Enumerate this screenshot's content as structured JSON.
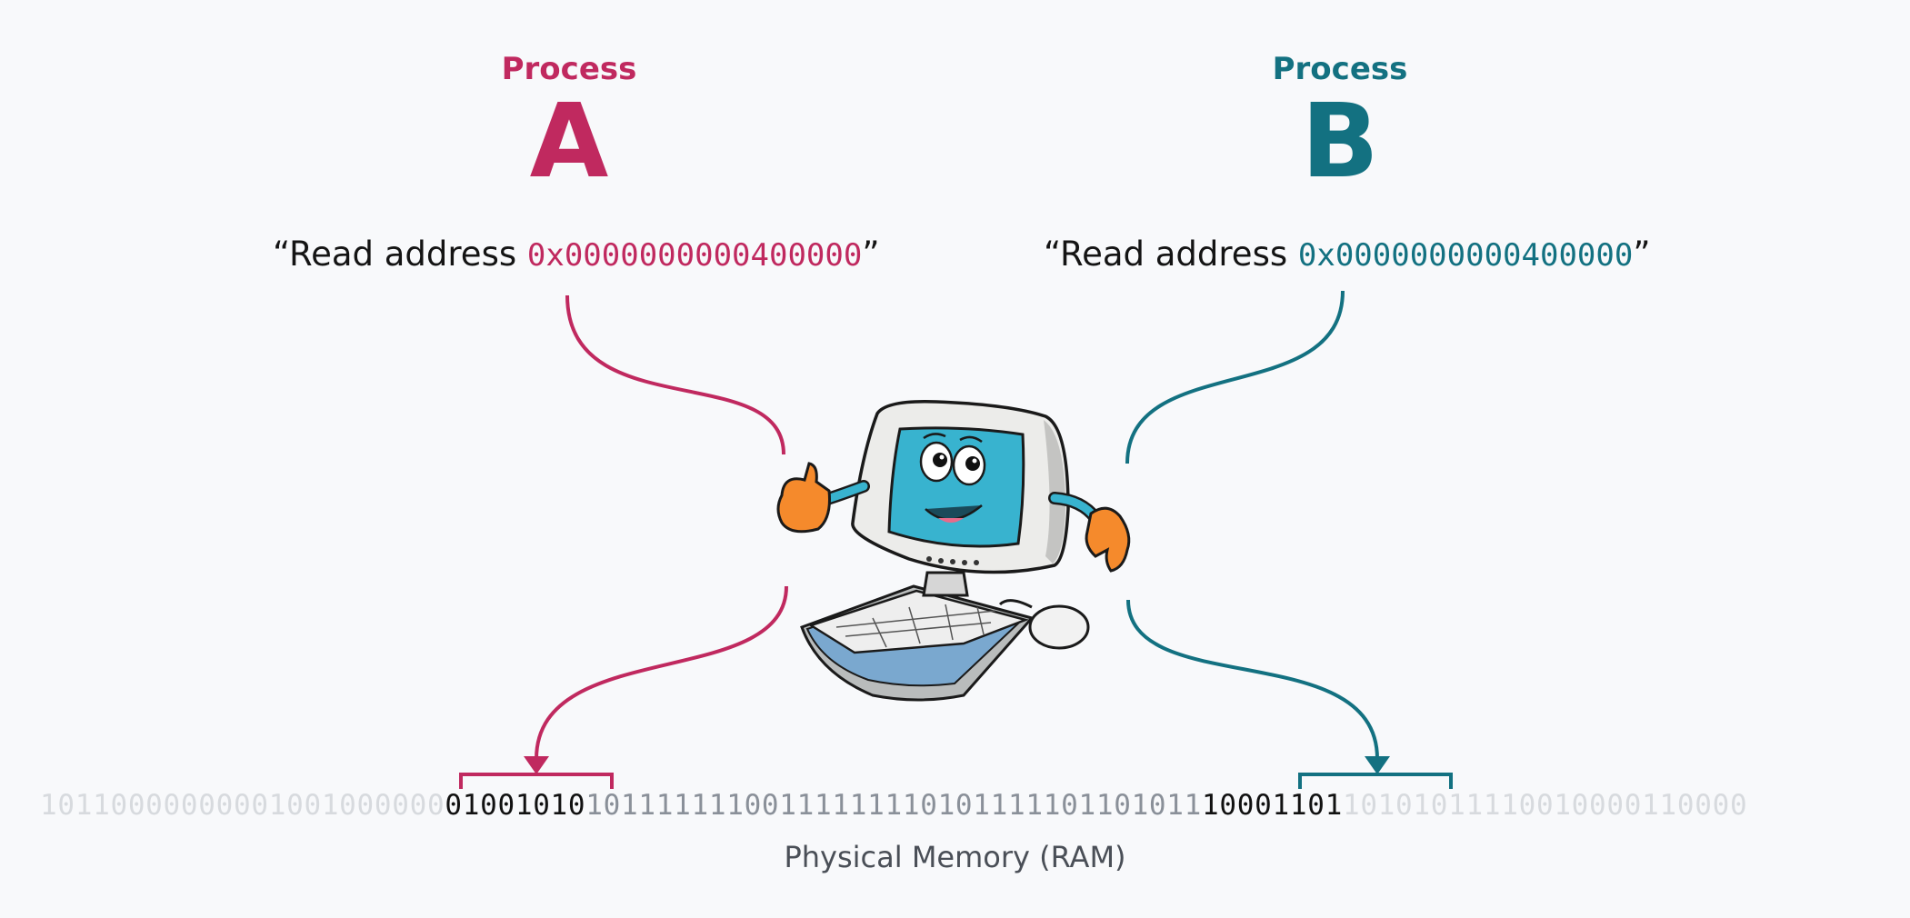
{
  "process_a": {
    "caption": "Process",
    "letter": "A",
    "quote_open": "“Read address ",
    "address": "0x0000000000400000",
    "quote_close": "”"
  },
  "process_b": {
    "caption": "Process",
    "letter": "B",
    "quote_open": "“Read address ",
    "address": "0x0000000000400000",
    "quote_close": "”"
  },
  "memory": {
    "left_faded": "10110000000001001000000",
    "a_byte": "01001010",
    "middle": "10111111100111111110101111101101011",
    "b_byte": "10001101",
    "right": "10101011110010000110000",
    "label": "Physical Memory (RAM)"
  },
  "colors": {
    "process_a": "#c0295f",
    "process_b": "#137181"
  }
}
